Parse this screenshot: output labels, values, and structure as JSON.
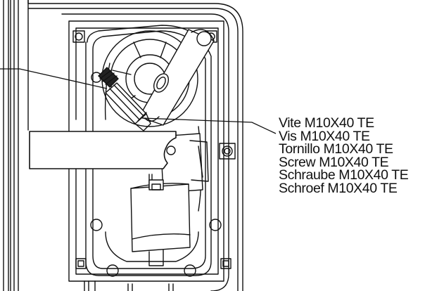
{
  "callout": {
    "lines": [
      "Vite M10X40 TE",
      "Vis M10X40 TE",
      "Tornillo M10X40 TE",
      "Screw M10X40 TE",
      "Schraube M10X40 TE",
      "Schroef M10X40 TE"
    ]
  },
  "colors": {
    "line": "#111111",
    "background": "#ffffff"
  }
}
